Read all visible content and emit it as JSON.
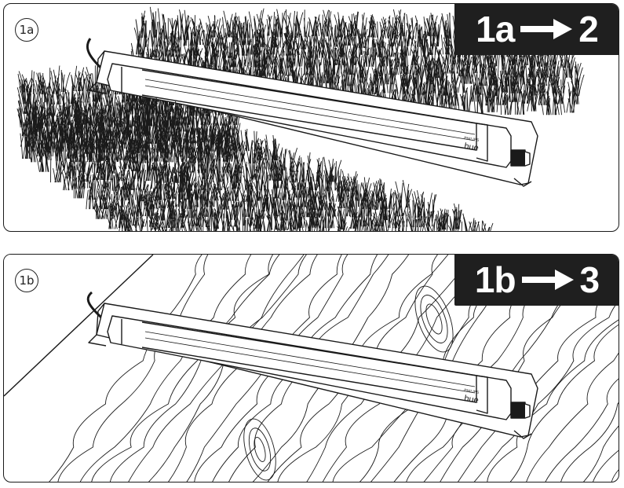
{
  "panels": [
    {
      "step_label": "1a",
      "from_step": "1a",
      "to_step": "2",
      "surface": "grass",
      "brand_small": "PHILIPS",
      "brand_main": "hue"
    },
    {
      "step_label": "1b",
      "from_step": "1b",
      "to_step": "3",
      "surface": "wood",
      "brand_small": "PHILIPS",
      "brand_main": "hue"
    }
  ],
  "colors": {
    "line": "#1a1a1a",
    "badge": "#1f1f1f",
    "badge_text": "#ffffff"
  },
  "icons": {
    "arrow": "right-arrow-icon"
  }
}
